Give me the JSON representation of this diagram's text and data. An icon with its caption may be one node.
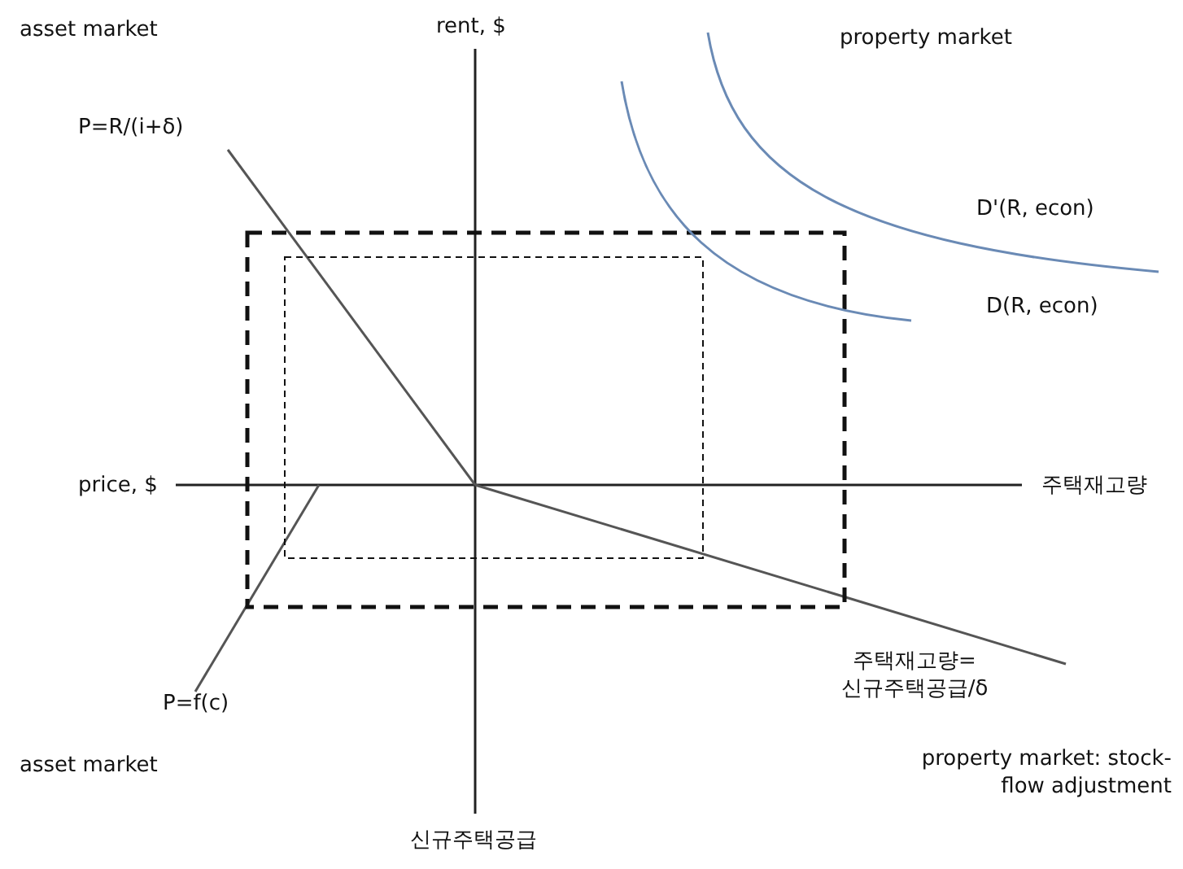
{
  "diagram": {
    "labels": [
      "asset market",
      "rent, $",
      "property market",
      "P=R/(i+δ)",
      "D'(R, econ)",
      "D(R, econ)",
      "price, $",
      "주택재고량",
      "주택재고량= 신규주택공급/δ",
      "P=f(c)",
      "asset market",
      "property market: stock-flow adjustment",
      "신규주택공급"
    ]
  }
}
